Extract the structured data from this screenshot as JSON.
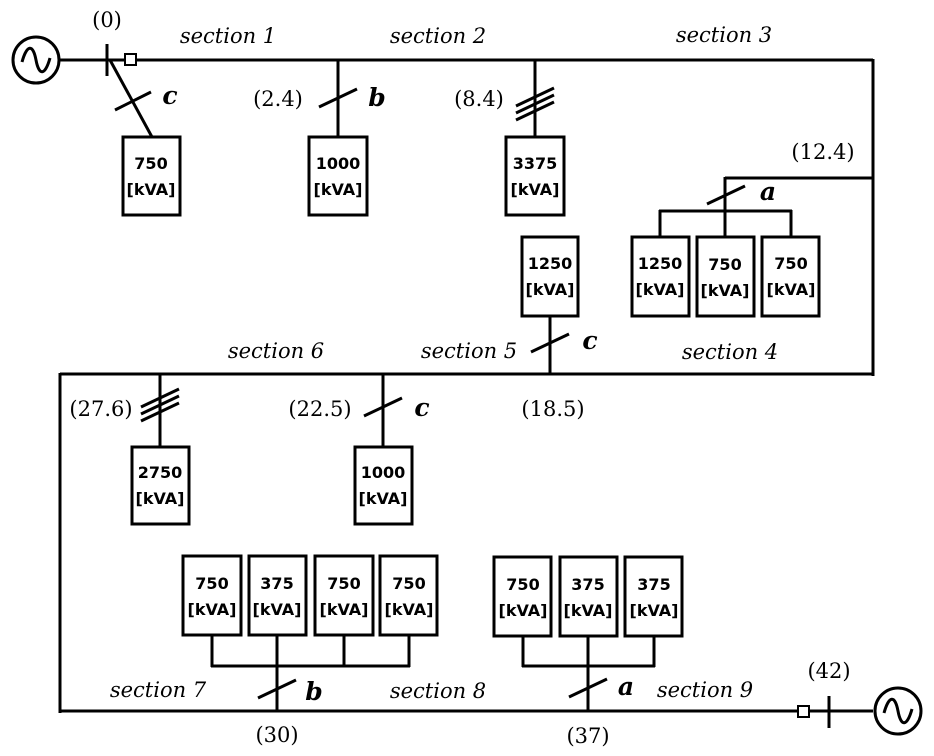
{
  "sources": [
    {
      "id": "source-left",
      "position_label": "(0)"
    },
    {
      "id": "source-right",
      "position_label": "(42)"
    }
  ],
  "sections": [
    "section 1",
    "section 2",
    "section 3",
    "section 4",
    "section 5",
    "section 6",
    "section 7",
    "section 8",
    "section 9"
  ],
  "taps": [
    {
      "position_label": "(2.4)",
      "phase": "b"
    },
    {
      "position_label": "(8.4)",
      "phase": "abc"
    },
    {
      "position_label": "(12.4)",
      "phase": "a"
    },
    {
      "position_label": "(18.5)",
      "phase": "c"
    },
    {
      "position_label": "(22.5)",
      "phase": "c"
    },
    {
      "position_label": "(27.6)",
      "phase": "abc"
    },
    {
      "position_label": "(30)",
      "phase": "b"
    },
    {
      "position_label": "(37)",
      "phase": "a"
    }
  ],
  "phase_labels": {
    "source_tap": "c",
    "tap_2_4": "b",
    "tap_12_4": "a",
    "tap_18_5": "c",
    "tap_22_5": "c",
    "tap_30": "b",
    "tap_37": "a"
  },
  "unit": "[kVA]",
  "loads": {
    "l0": "750",
    "l1": "1000",
    "l2": "3375",
    "l3": "1250",
    "l4": "750",
    "l5": "750",
    "l6": "1250",
    "l7": "2750",
    "l8": "1000",
    "l9": "750",
    "l10": "375",
    "l11": "750",
    "l12": "750",
    "l13": "750",
    "l14": "375",
    "l15": "375"
  }
}
